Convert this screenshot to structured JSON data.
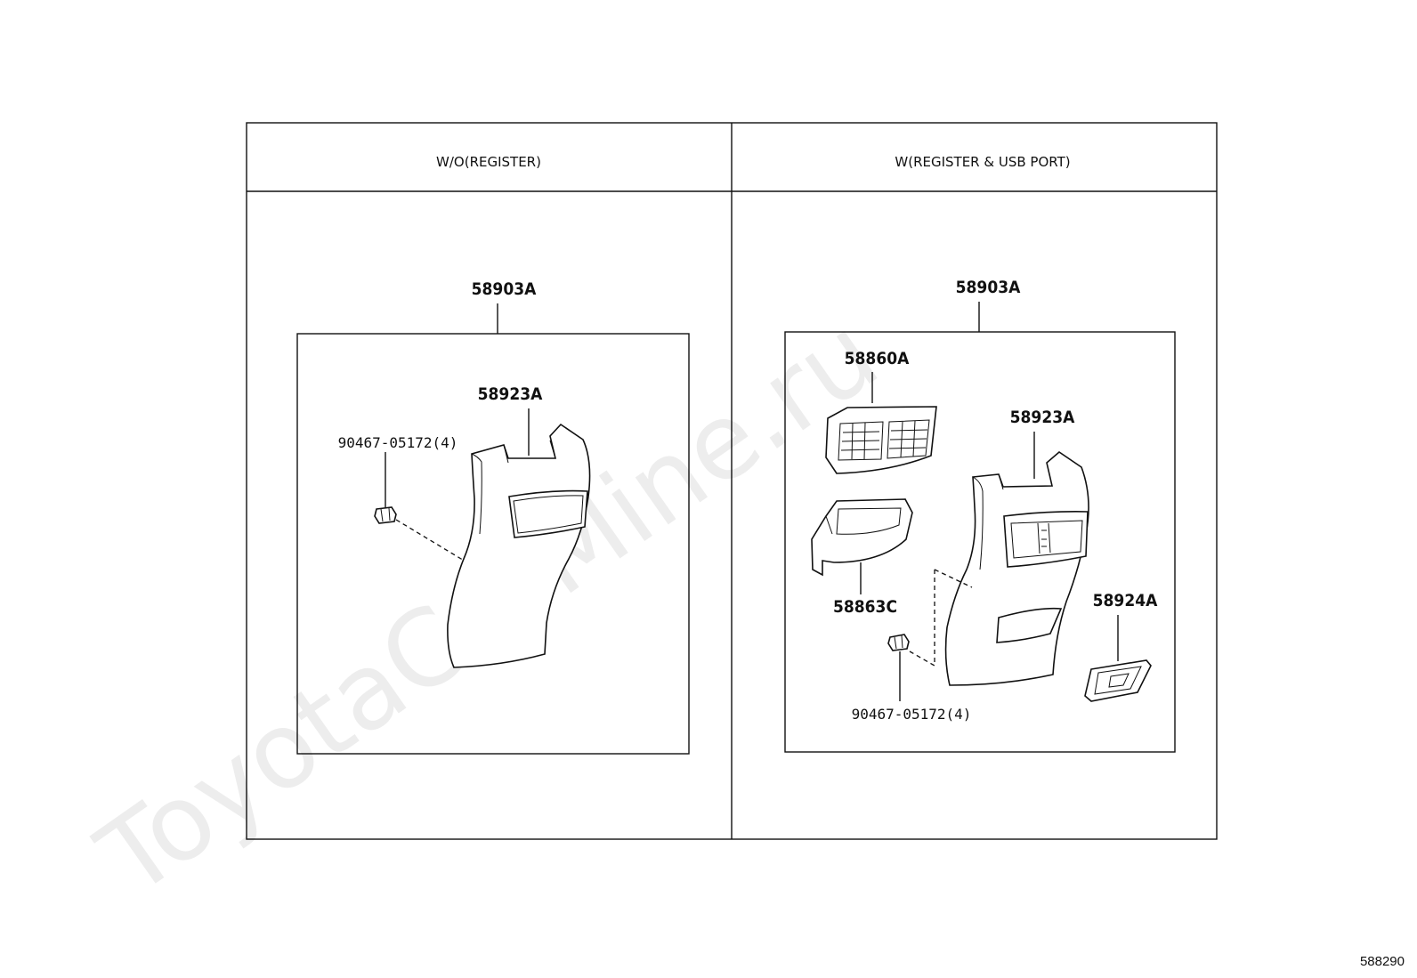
{
  "watermark": "ToyotaCarMine.ru",
  "diagram_code": "588290",
  "panels": [
    {
      "header": "W/O(REGISTER)",
      "assembly": "58903A",
      "parts": {
        "panel": "58923A",
        "clip": "90467-05172(4)"
      }
    },
    {
      "header": "W(REGISTER & USB PORT)",
      "assembly": "58903A",
      "parts": {
        "register": "58860A",
        "panel": "58923A",
        "usb_housing": "58863C",
        "usb_bezel": "58924A",
        "clip": "90467-05172(4)"
      }
    }
  ]
}
